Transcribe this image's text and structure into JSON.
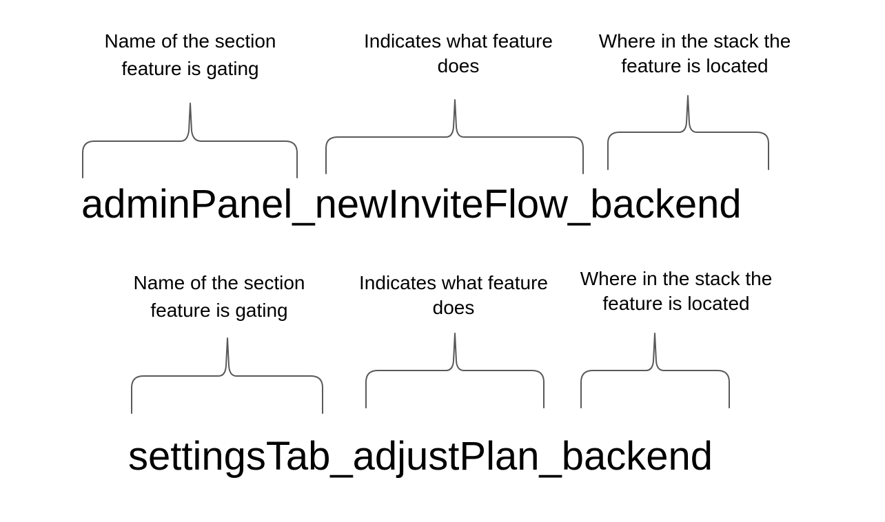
{
  "diagrams": [
    {
      "flag_name": "adminPanel_newInviteFlow_backend",
      "annotations": [
        {
          "lines": [
            "Name of the section",
            "feature is gating"
          ]
        },
        {
          "lines": [
            "Indicates what feature",
            "does"
          ]
        },
        {
          "lines": [
            "Where in the stack the",
            "feature is located"
          ]
        }
      ]
    },
    {
      "flag_name": "settingsTab_adjustPlan_backend",
      "annotations": [
        {
          "lines": [
            "Name of the section",
            "feature is gating"
          ]
        },
        {
          "lines": [
            "Indicates what feature",
            "does"
          ]
        },
        {
          "lines": [
            "Where in the stack the",
            "feature is located"
          ]
        }
      ]
    }
  ],
  "colors": {
    "text": "#000000",
    "brace_stroke": "#595959",
    "background": "#ffffff"
  }
}
